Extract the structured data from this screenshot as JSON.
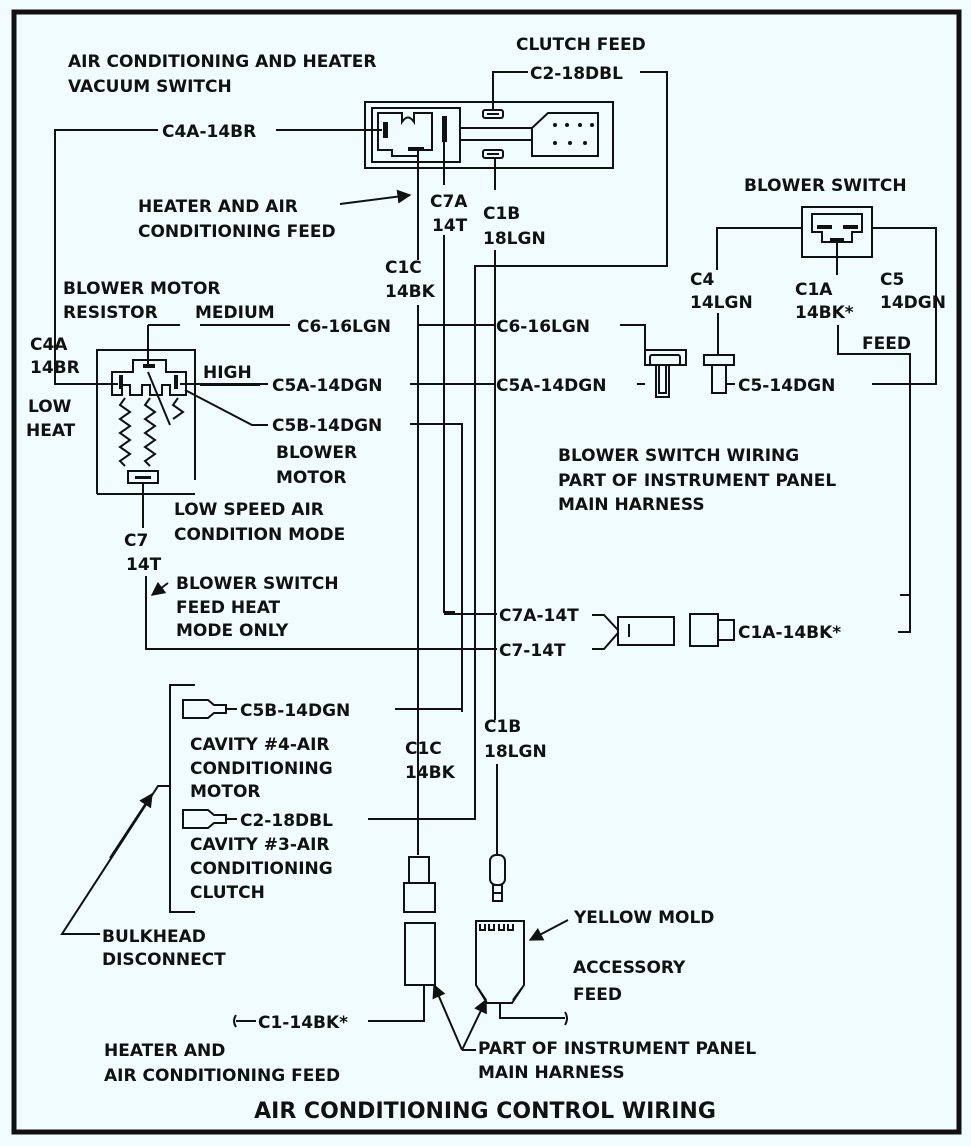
{
  "title": "AIR CONDITIONING CONTROL WIRING",
  "colors": {
    "background": "#f0fcfd",
    "ink": "#111111"
  },
  "components": {
    "vacuum_switch": {
      "label_lines": [
        "AIR CONDITIONING AND HEATER",
        "VACUUM SWITCH"
      ]
    },
    "clutch_feed": {
      "label": "CLUTCH FEED"
    },
    "blower_switch": {
      "label": "BLOWER SWITCH"
    },
    "blower_motor_resistor": {
      "label_lines": [
        "BLOWER MOTOR",
        "RESISTOR"
      ]
    },
    "bulkhead": {
      "label_lines": [
        "BULKHEAD",
        "DISCONNECT"
      ]
    },
    "yellow_mold": {
      "label": "YELLOW MOLD"
    }
  },
  "wires": {
    "c4a_14br": "C4A-14BR",
    "c2_18dbl_top": "C2-18DBL",
    "c2_18dbl_bottom": "C2-18DBL",
    "c6_16lgn_left": "C6-16LGN",
    "c6_16lgn_right": "C6-16LGN",
    "c5a_14dgn_left": "C5A-14DGN",
    "c5a_14dgn_right": "C5A-14DGN",
    "c5b_14dgn_top": "C5B-14DGN",
    "c5b_14dgn_bottom": "C5B-14DGN",
    "c5_14dgn": "C5-14DGN",
    "c7a_14t": "C7A-14T",
    "c7_14t": "C7-14T",
    "c1a_14bk": "C1A-14BK*",
    "c1_14bk": "C1-14BK*"
  },
  "wire_stacks": {
    "c7a_top": [
      "C7A",
      "14T"
    ],
    "c1b_top": [
      "C1B",
      "18LGN"
    ],
    "c1c_top": [
      "C1C",
      "14BK"
    ],
    "c4a_left": [
      "C4A",
      "14BR"
    ],
    "c7_left": [
      "C7",
      "14T"
    ],
    "c4_switch": [
      "C4",
      "14LGN"
    ],
    "c1a_switch": [
      "C1A",
      "14BK*"
    ],
    "c5_switch": [
      "C5",
      "14DGN"
    ],
    "c1c_bottom": [
      "C1C",
      "14BK"
    ],
    "c1b_bottom": [
      "C1B",
      "18LGN"
    ]
  },
  "annotations": {
    "heater_ac_feed_top": [
      "HEATER AND AIR",
      "CONDITIONING FEED"
    ],
    "medium": "MEDIUM",
    "high": "HIGH",
    "low_heat": [
      "LOW",
      "HEAT"
    ],
    "blower_motor": [
      "BLOWER",
      "MOTOR"
    ],
    "low_speed_ac": [
      "LOW SPEED AIR",
      "CONDITION MODE"
    ],
    "blower_switch_feed": [
      "BLOWER SWITCH",
      "FEED HEAT",
      "MODE ONLY"
    ],
    "feed": "FEED",
    "blower_switch_wiring": [
      "BLOWER SWITCH WIRING",
      "PART OF INSTRUMENT PANEL",
      "MAIN HARNESS"
    ],
    "cavity4": [
      "CAVITY #4-AIR",
      "CONDITIONING",
      "MOTOR"
    ],
    "cavity3": [
      "CAVITY #3-AIR",
      "CONDITIONING",
      "CLUTCH"
    ],
    "accessory_feed": [
      "ACCESSORY",
      "FEED"
    ],
    "heater_ac_feed_bottom": [
      "HEATER AND",
      "AIR CONDITIONING FEED"
    ],
    "ip_main_harness": [
      "PART OF INSTRUMENT PANEL",
      "MAIN HARNESS"
    ]
  }
}
